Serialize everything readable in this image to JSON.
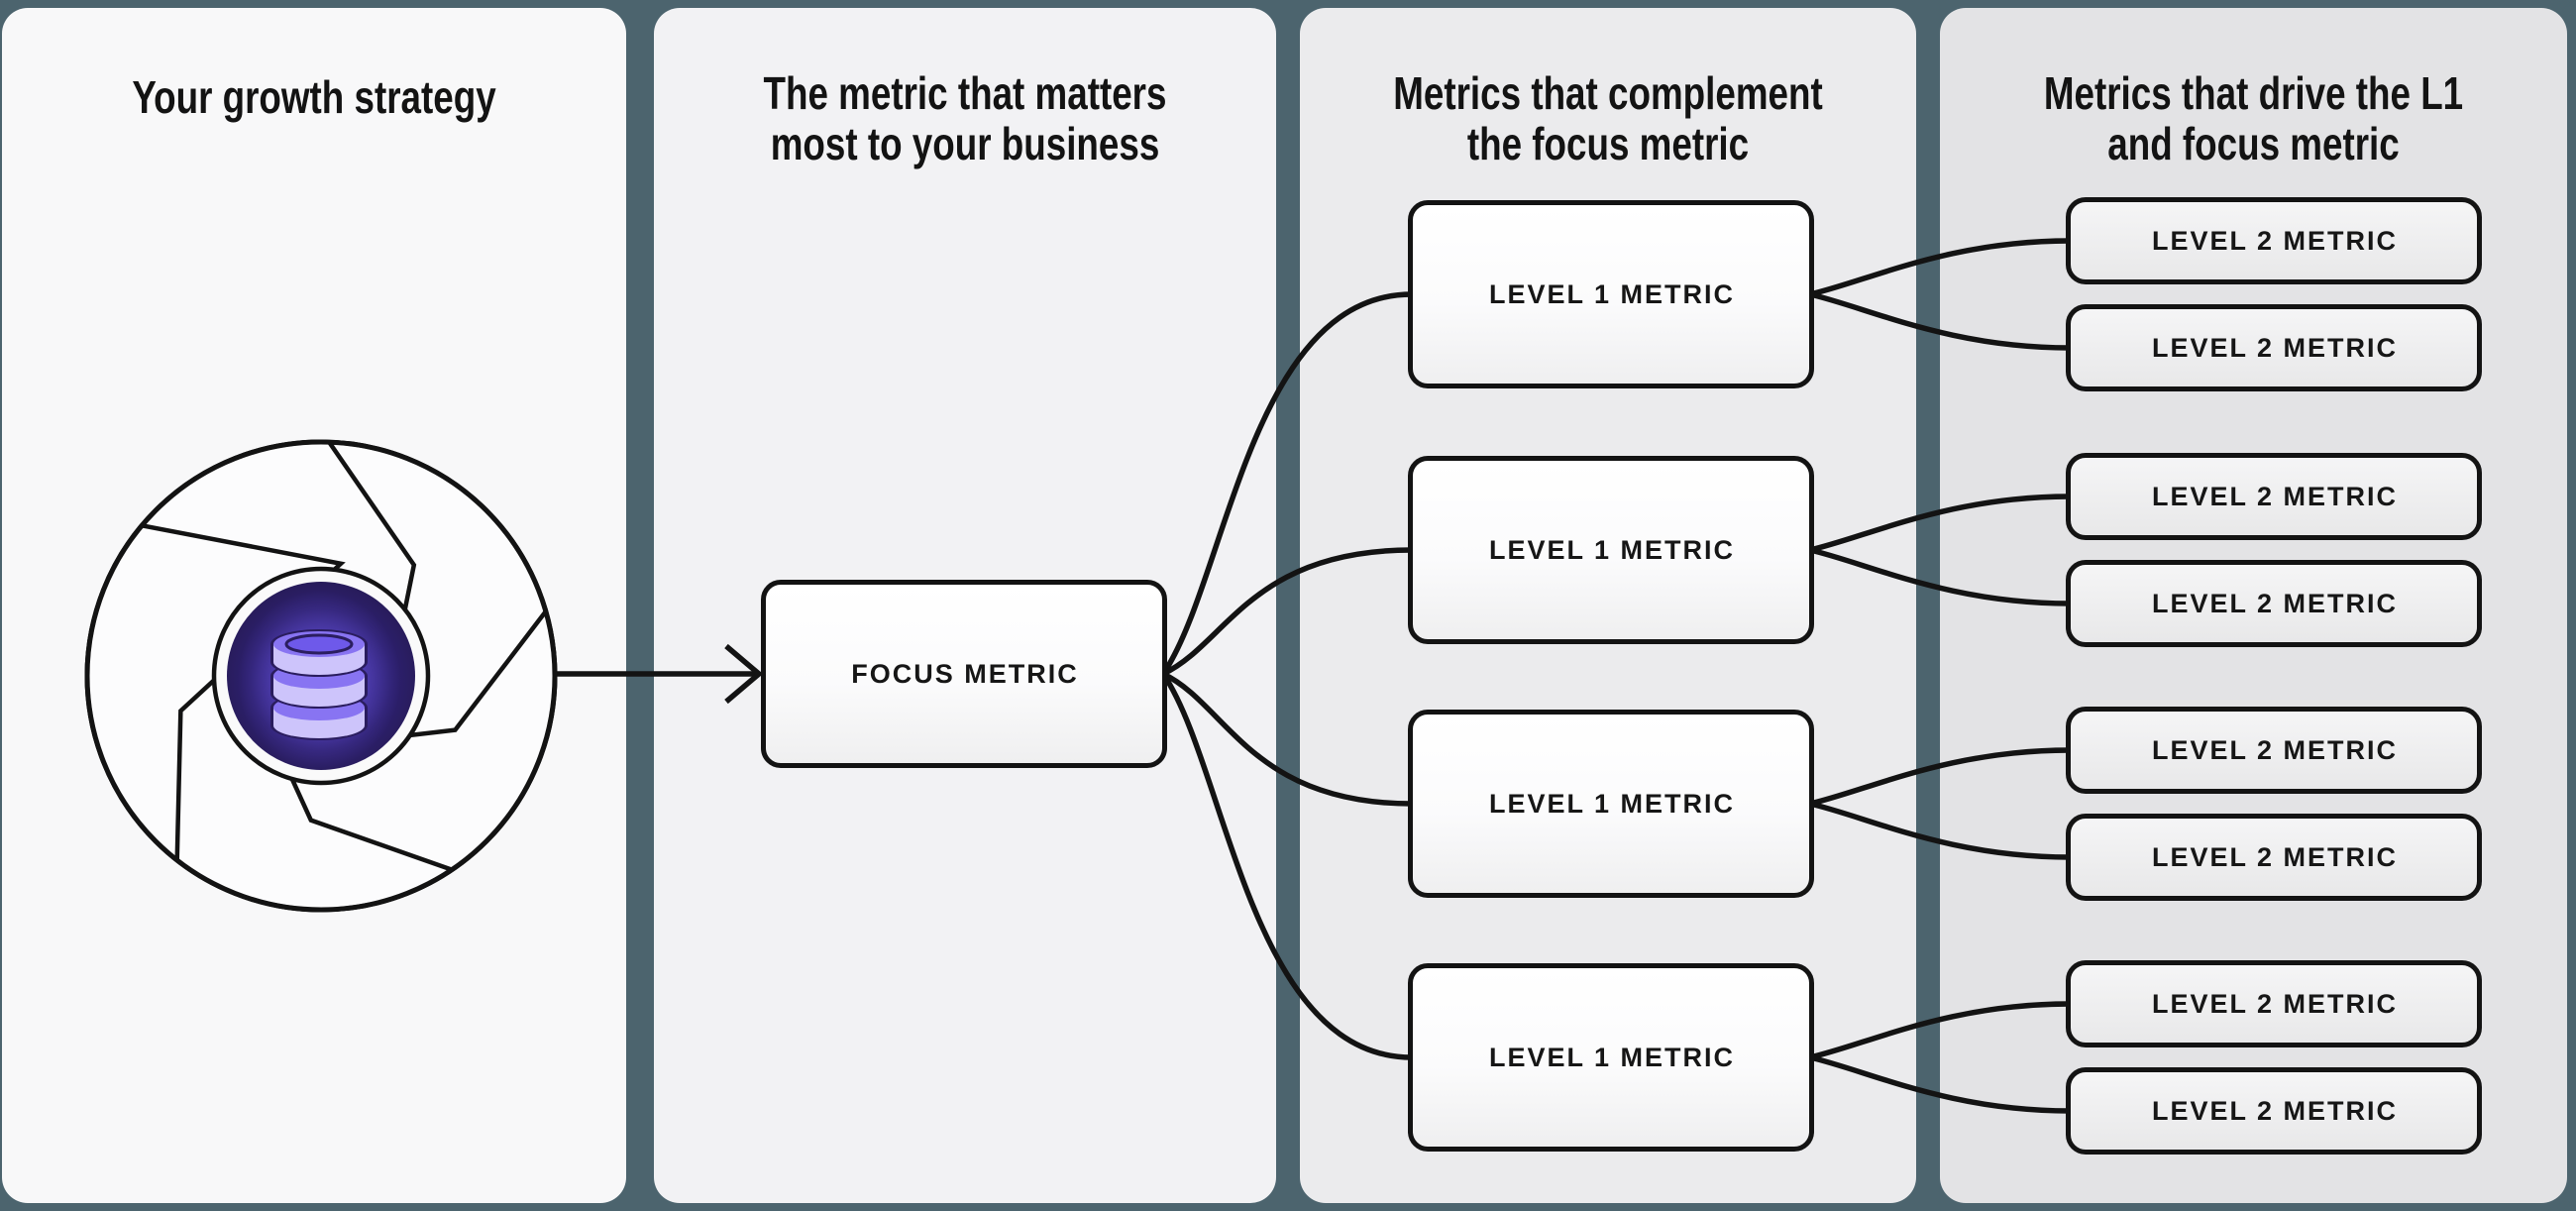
{
  "diagram": {
    "type": "metrics-hierarchy-flow",
    "colors": {
      "background": "#4c646e",
      "panel1": "#f8f8f9",
      "panel2": "#f2f2f4",
      "panel3": "#ebebed",
      "panel4": "#e3e3e5",
      "line_stroke": "#131313",
      "core_indigo": "#2a1d5c",
      "core_glow_purple": "#5c4ac6",
      "db_lavender": "#cdc4fb",
      "db_purple": "#8874f2"
    },
    "columns": [
      {
        "title": "Your growth strategy",
        "icon": "flywheel-database-icon"
      },
      {
        "title_line1": "The metric that matters",
        "title_line2": "most to your business",
        "node": {
          "label": "FOCUS METRIC"
        }
      },
      {
        "title_line1": "Metrics that complement",
        "title_line2": "the focus metric",
        "nodes": [
          {
            "label": "LEVEL 1 METRIC"
          },
          {
            "label": "LEVEL 1 METRIC"
          },
          {
            "label": "LEVEL 1 METRIC"
          },
          {
            "label": "LEVEL 1 METRIC"
          }
        ]
      },
      {
        "title_line1": "Metrics that drive the L1",
        "title_line2": "and focus metric",
        "nodes": [
          {
            "label": "LEVEL 2 METRIC"
          },
          {
            "label": "LEVEL 2 METRIC"
          },
          {
            "label": "LEVEL 2 METRIC"
          },
          {
            "label": "LEVEL 2 METRIC"
          },
          {
            "label": "LEVEL 2 METRIC"
          },
          {
            "label": "LEVEL 2 METRIC"
          },
          {
            "label": "LEVEL 2 METRIC"
          },
          {
            "label": "LEVEL 2 METRIC"
          }
        ]
      }
    ],
    "connections": {
      "flywheel_to_focus": "arrow",
      "focus_to_l1_count": 4,
      "l1_to_l2_count": 8
    }
  }
}
